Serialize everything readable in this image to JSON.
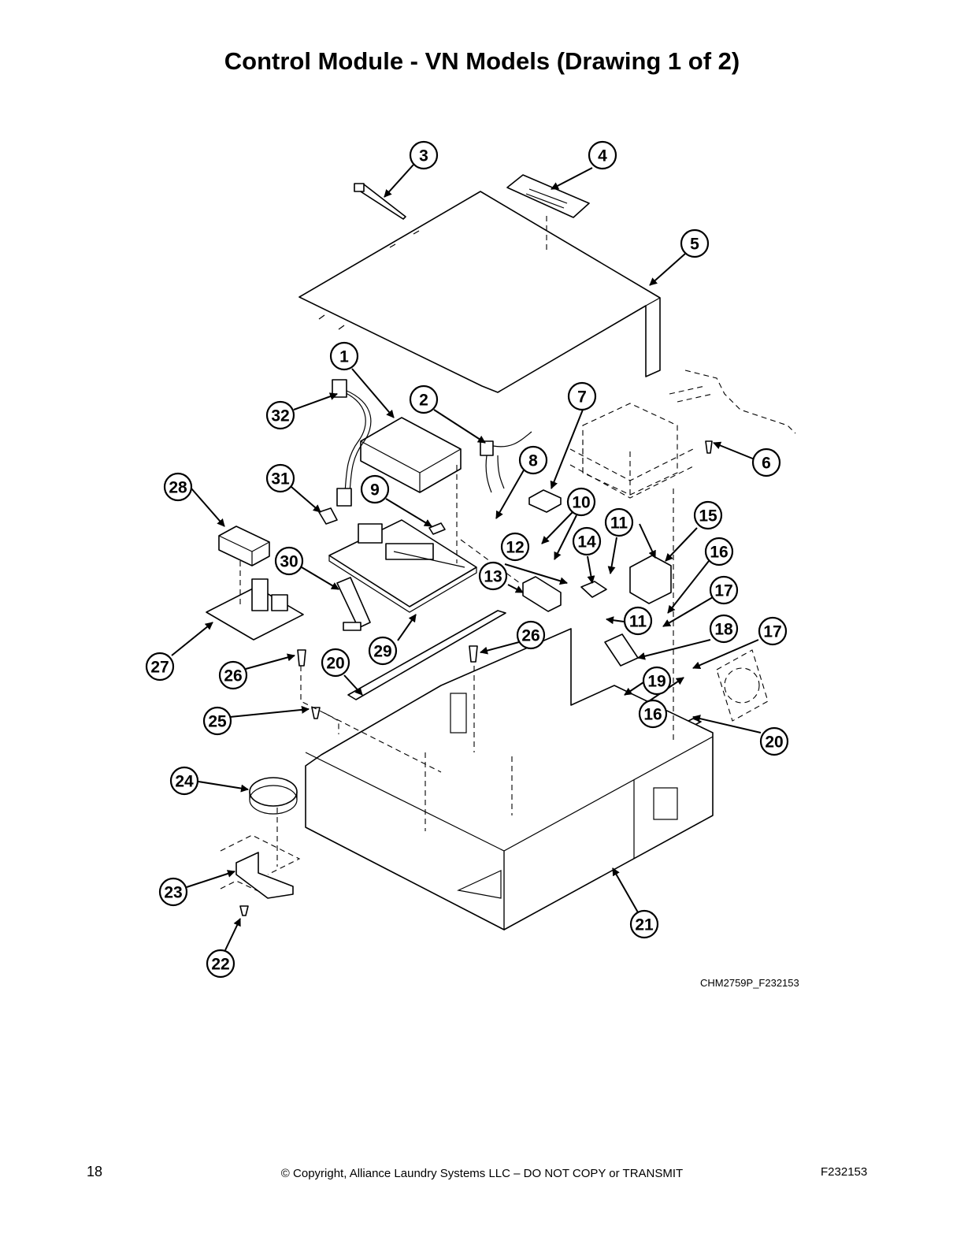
{
  "title": "Control Module - VN Models (Drawing 1 of 2)",
  "drawing_code": "CHM2759P_F232153",
  "footer": {
    "page_number": "18",
    "copyright": "© Copyright, Alliance Laundry Systems LLC – DO NOT COPY or TRANSMIT",
    "document_code": "F232153"
  },
  "callouts": [
    {
      "label": "1"
    },
    {
      "label": "2"
    },
    {
      "label": "3"
    },
    {
      "label": "4"
    },
    {
      "label": "5"
    },
    {
      "label": "6"
    },
    {
      "label": "7"
    },
    {
      "label": "8"
    },
    {
      "label": "9"
    },
    {
      "label": "10"
    },
    {
      "label": "11"
    },
    {
      "label": "11"
    },
    {
      "label": "12"
    },
    {
      "label": "13"
    },
    {
      "label": "14"
    },
    {
      "label": "15"
    },
    {
      "label": "16"
    },
    {
      "label": "16"
    },
    {
      "label": "17"
    },
    {
      "label": "17"
    },
    {
      "label": "18"
    },
    {
      "label": "19"
    },
    {
      "label": "20"
    },
    {
      "label": "20"
    },
    {
      "label": "21"
    },
    {
      "label": "22"
    },
    {
      "label": "23"
    },
    {
      "label": "24"
    },
    {
      "label": "25"
    },
    {
      "label": "26"
    },
    {
      "label": "26"
    },
    {
      "label": "27"
    },
    {
      "label": "28"
    },
    {
      "label": "29"
    },
    {
      "label": "30"
    },
    {
      "label": "31"
    },
    {
      "label": "32"
    }
  ]
}
